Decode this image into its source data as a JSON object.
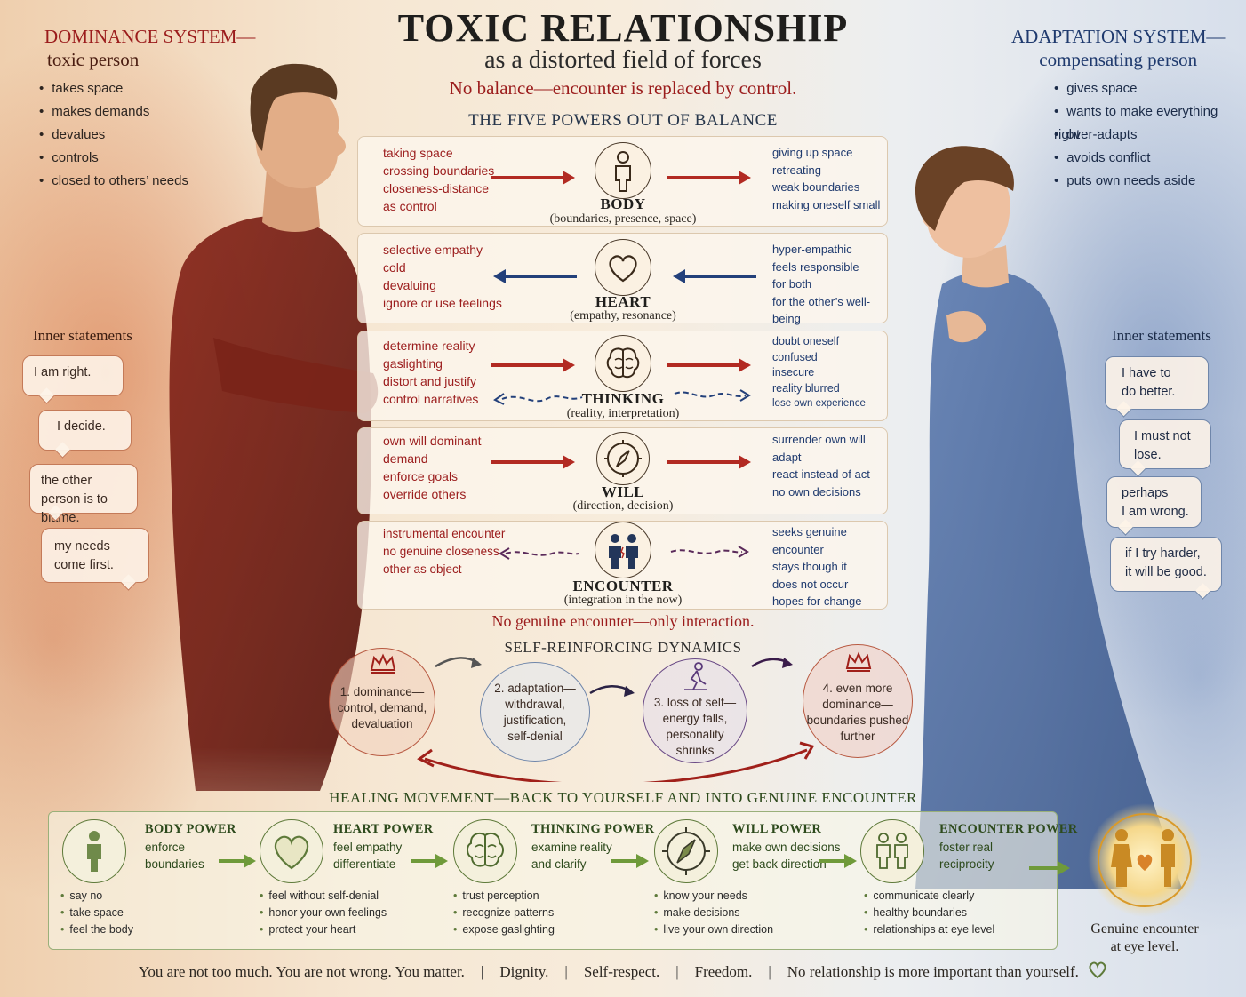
{
  "header": {
    "title": "TOXIC RELATIONSHIP",
    "subtitle": "as a distorted field of forces",
    "tagline": "No balance—encounter is replaced by control.",
    "section_title": "THE FIVE POWERS OUT OF BALANCE"
  },
  "left_panel": {
    "title_line1": "DOMINANCE SYSTEM—",
    "title_line2": "toxic person",
    "items": [
      "takes space",
      "makes demands",
      "devalues",
      "controls",
      "closed to others’ needs"
    ],
    "inner_title": "Inner statements",
    "statements": [
      {
        "l1": "I am right.",
        "l2": ""
      },
      {
        "l1": "I decide.",
        "l2": ""
      },
      {
        "l1": "the other",
        "l2": "person is to blame."
      },
      {
        "l1": "my needs",
        "l2": "come first."
      }
    ]
  },
  "right_panel": {
    "title_line1": "ADAPTATION SYSTEM—",
    "title_line2": "compensating person",
    "items": [
      "gives space",
      "wants to make everything right",
      "over-adapts",
      "avoids conflict",
      "puts own needs aside"
    ],
    "inner_title": "Inner statements",
    "statements": [
      {
        "l1": "I have to",
        "l2": "do better."
      },
      {
        "l1": "I must not",
        "l2": "lose."
      },
      {
        "l1": "perhaps",
        "l2": "I am wrong."
      },
      {
        "l1": "if I try harder,",
        "l2": "it will be good."
      }
    ]
  },
  "powers": [
    {
      "name": "BODY",
      "sub": "(boundaries, presence, space)",
      "icon": "person-icon",
      "left": [
        "taking space",
        "crossing boundaries",
        "closeness-distance",
        "as control"
      ],
      "right": [
        "giving up space",
        "retreating",
        "weak boundaries",
        "making oneself small"
      ]
    },
    {
      "name": "HEART",
      "sub": "(empathy, resonance)",
      "icon": "heart-icon",
      "left": [
        "selective empathy",
        "cold",
        "devaluing",
        "ignore or use feelings"
      ],
      "right": [
        "hyper-empathic",
        "feels responsible",
        "for both",
        "for the other’s well-being"
      ]
    },
    {
      "name": "THINKING",
      "sub": "(reality, interpretation)",
      "icon": "brain-icon",
      "left": [
        "determine reality",
        "gaslighting",
        "distort and justify",
        "control narratives"
      ],
      "right": [
        "doubt oneself",
        "confused",
        "insecure",
        "reality blurred",
        "lose own experience"
      ]
    },
    {
      "name": "WILL",
      "sub": "(direction, decision)",
      "icon": "compass-icon",
      "left": [
        "own will dominant",
        "demand",
        "enforce goals",
        "override others"
      ],
      "right": [
        "surrender own will",
        "adapt",
        "react instead of act",
        "no own decisions"
      ]
    },
    {
      "name": "ENCOUNTER",
      "sub": "(integration in the now)",
      "icon": "two-people-icon",
      "left": [
        "instrumental encounter",
        "no genuine closeness",
        "other as object"
      ],
      "right": [
        "seeks genuine encounter",
        "stays though it",
        "does not occur",
        "hopes for change"
      ]
    }
  ],
  "encounter_note": "No genuine encounter—only interaction.",
  "dynamics": {
    "title": "SELF-REINFORCING DYNAMICS",
    "steps": [
      {
        "lines": [
          "1. dominance—",
          "control, demand,",
          "devaluation"
        ],
        "icon": "crown-icon"
      },
      {
        "lines": [
          "2. adaptation—",
          "withdrawal,",
          "justification,",
          "self-denial"
        ],
        "icon": ""
      },
      {
        "lines": [
          "3. loss of self—",
          "energy falls,",
          "personality",
          "shrinks"
        ],
        "icon": "kneeling-person-icon"
      },
      {
        "lines": [
          "4. even more",
          "dominance—",
          "boundaries pushed",
          "further"
        ],
        "icon": "crown-icon"
      }
    ]
  },
  "healing": {
    "title": "HEALING MOVEMENT—BACK TO YOURSELF AND INTO GENUINE ENCOUNTER",
    "steps": [
      {
        "title": "BODY POWER",
        "desc": [
          "enforce",
          "boundaries"
        ],
        "items": [
          "say no",
          "take space",
          "feel the body"
        ],
        "icon": "person-icon"
      },
      {
        "title": "HEART POWER",
        "desc": [
          "feel empathy",
          "differentiate"
        ],
        "items": [
          "feel without self-denial",
          "honor your own feelings",
          "protect your heart"
        ],
        "icon": "heart-icon"
      },
      {
        "title": "THINKING POWER",
        "desc": [
          "examine reality",
          "and clarify"
        ],
        "items": [
          "trust perception",
          "recognize patterns",
          "expose gaslighting"
        ],
        "icon": "brain-icon"
      },
      {
        "title": "WILL POWER",
        "desc": [
          "make own decisions",
          "get back direction"
        ],
        "items": [
          "know your needs",
          "make decisions",
          "live your own direction"
        ],
        "icon": "compass-icon"
      },
      {
        "title": "ENCOUNTER POWER",
        "desc": [
          "foster real",
          "reciprocity"
        ],
        "items": [
          "communicate clearly",
          "healthy boundaries",
          "relationships at eye level"
        ],
        "icon": "two-people-icon"
      }
    ],
    "goal_line1": "Genuine encounter",
    "goal_line2": "at eye level."
  },
  "footer": {
    "parts": [
      "You are not too much. You are not wrong. You matter.",
      "Dignity.",
      "Self-respect.",
      "Freedom.",
      "No relationship is more important than yourself."
    ]
  },
  "colors": {
    "dominance": "#9b1c1c",
    "adaptation": "#1f3a6e",
    "healing": "#5e7a3a",
    "goal": "#d99a2a"
  }
}
